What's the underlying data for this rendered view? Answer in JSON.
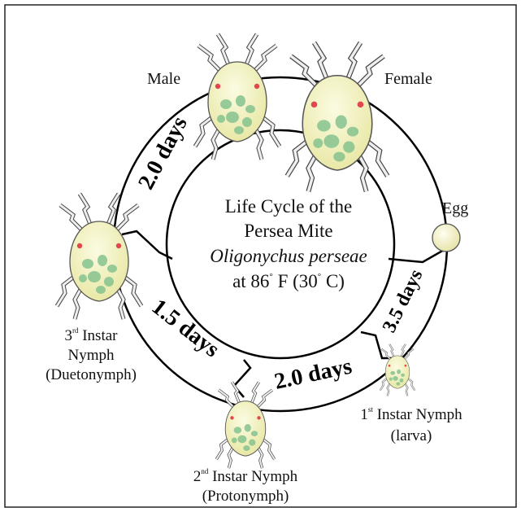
{
  "center_title": {
    "line1": "Life Cycle of the",
    "line2": "Persea Mite",
    "species": "Oligonychus perseae",
    "temp_prefix": "at 86",
    "temp_mid": " F (30",
    "temp_suffix": " C)"
  },
  "stages": {
    "male": "Male",
    "female": "Female",
    "egg": "Egg",
    "larva": {
      "ordinal": "1",
      "suffix": "st",
      "line1": " Instar Nymph",
      "line2": "(larva)"
    },
    "protonymph": {
      "ordinal": "2",
      "suffix": "nd",
      "line1": " Instar Nymph",
      "line2": "(Protonymph)"
    },
    "deutonymph": {
      "ordinal": "3",
      "suffix": "rd",
      "line1": " Instar",
      "line2": "Nymph",
      "line3": "(Duetonymph)"
    }
  },
  "durations": {
    "egg_to_larva": "3.5 days",
    "larva_to_protonymph": "2.0 days",
    "protonymph_to_deutonymph": "1.5 days",
    "deutonymph_to_adult": "2.0 days"
  },
  "colors": {
    "mite_body": "#f4f3bf",
    "mite_spots": "#7dbf86",
    "eye": "#e2474f",
    "ring_fill": "#ffffff",
    "ring_stroke": "#000000",
    "egg_fill": "#f6f4c8"
  }
}
